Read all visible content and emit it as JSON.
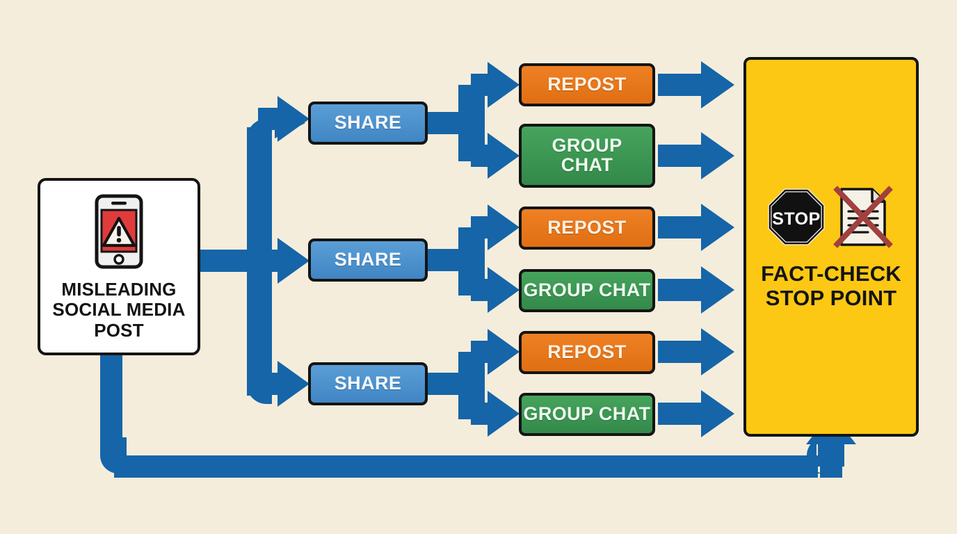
{
  "diagram": {
    "title": "Misleading social media post propagation to fact-check stop point",
    "background_color": "#f5eddc",
    "connector_color": "#1565a8"
  },
  "source": {
    "label": "MISLEADING\nSOCIAL MEDIA\nPOST",
    "icon": "phone-warning-icon",
    "background_color": "#ffffff",
    "border_color": "#141414"
  },
  "terminal": {
    "label": "FACT-CHECK\nSTOP POINT",
    "background_color": "#fcc813",
    "icons": [
      {
        "name": "stop-sign-icon",
        "text": "STOP"
      },
      {
        "name": "crossed-out-document-icon",
        "text": ""
      }
    ]
  },
  "branches": [
    {
      "share": {
        "label": "SHARE",
        "color": "#4a90cc"
      },
      "outputs": [
        {
          "name": "repost",
          "label": "REPOST",
          "color": "#e8791f"
        },
        {
          "name": "group-chat",
          "label": "GROUP\nCHAT",
          "color": "#3e9c54"
        }
      ]
    },
    {
      "share": {
        "label": "SHARE",
        "color": "#4a90cc"
      },
      "outputs": [
        {
          "name": "repost",
          "label": "REPOST",
          "color": "#e8791f"
        },
        {
          "name": "group-chat",
          "label": "GROUP CHAT",
          "color": "#3e9c54"
        }
      ]
    },
    {
      "share": {
        "label": "SHARE",
        "color": "#4a90cc"
      },
      "outputs": [
        {
          "name": "repost",
          "label": "REPOST",
          "color": "#e8791f"
        },
        {
          "name": "group-chat",
          "label": "GROUP CHAT",
          "color": "#3e9c54"
        }
      ]
    }
  ]
}
